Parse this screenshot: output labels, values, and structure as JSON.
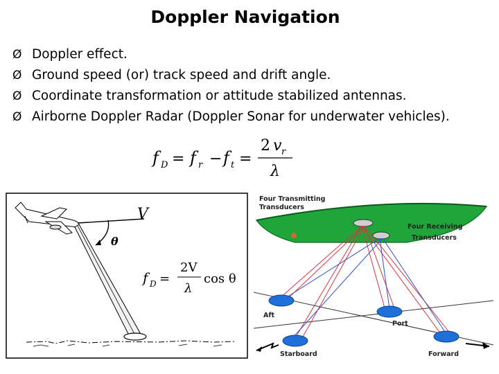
{
  "title": "Doppler Navigation",
  "bullet_glyph": "Ø",
  "bullets": [
    "Doppler effect.",
    "Ground speed (or) track speed and drift angle.",
    "Coordinate transformation or attitude stabilized antennas.",
    "Airborne Doppler Radar (Doppler Sonar for underwater vehicles)."
  ],
  "formula": {
    "f": "f",
    "sub_D": "D",
    "sub_r": "r",
    "sub_t": "t",
    "eq": "=",
    "minus": "−",
    "num_two": "2",
    "num_v": "v",
    "den": "λ"
  },
  "left_diagram": {
    "velocity_label": "V",
    "angle_label": "θ",
    "f": "f",
    "sub_D": "D",
    "eq": "=",
    "num": "2V",
    "den": "λ",
    "cos": "cos θ"
  },
  "right_diagram": {
    "transmit_label_line1": "Four Transmitting",
    "transmit_label_line2": "Transducers",
    "receive_label_line1": "Four Receiving",
    "receive_label_line2": "Transducers",
    "aft": "Aft",
    "port": "Port",
    "starboard": "Starboard",
    "forward": "Forward",
    "colors": {
      "vessel": "#1fa53a",
      "footprint": "#1e6fd8",
      "beam_red": "#d8343c",
      "beam_blue": "#3050c8"
    }
  }
}
